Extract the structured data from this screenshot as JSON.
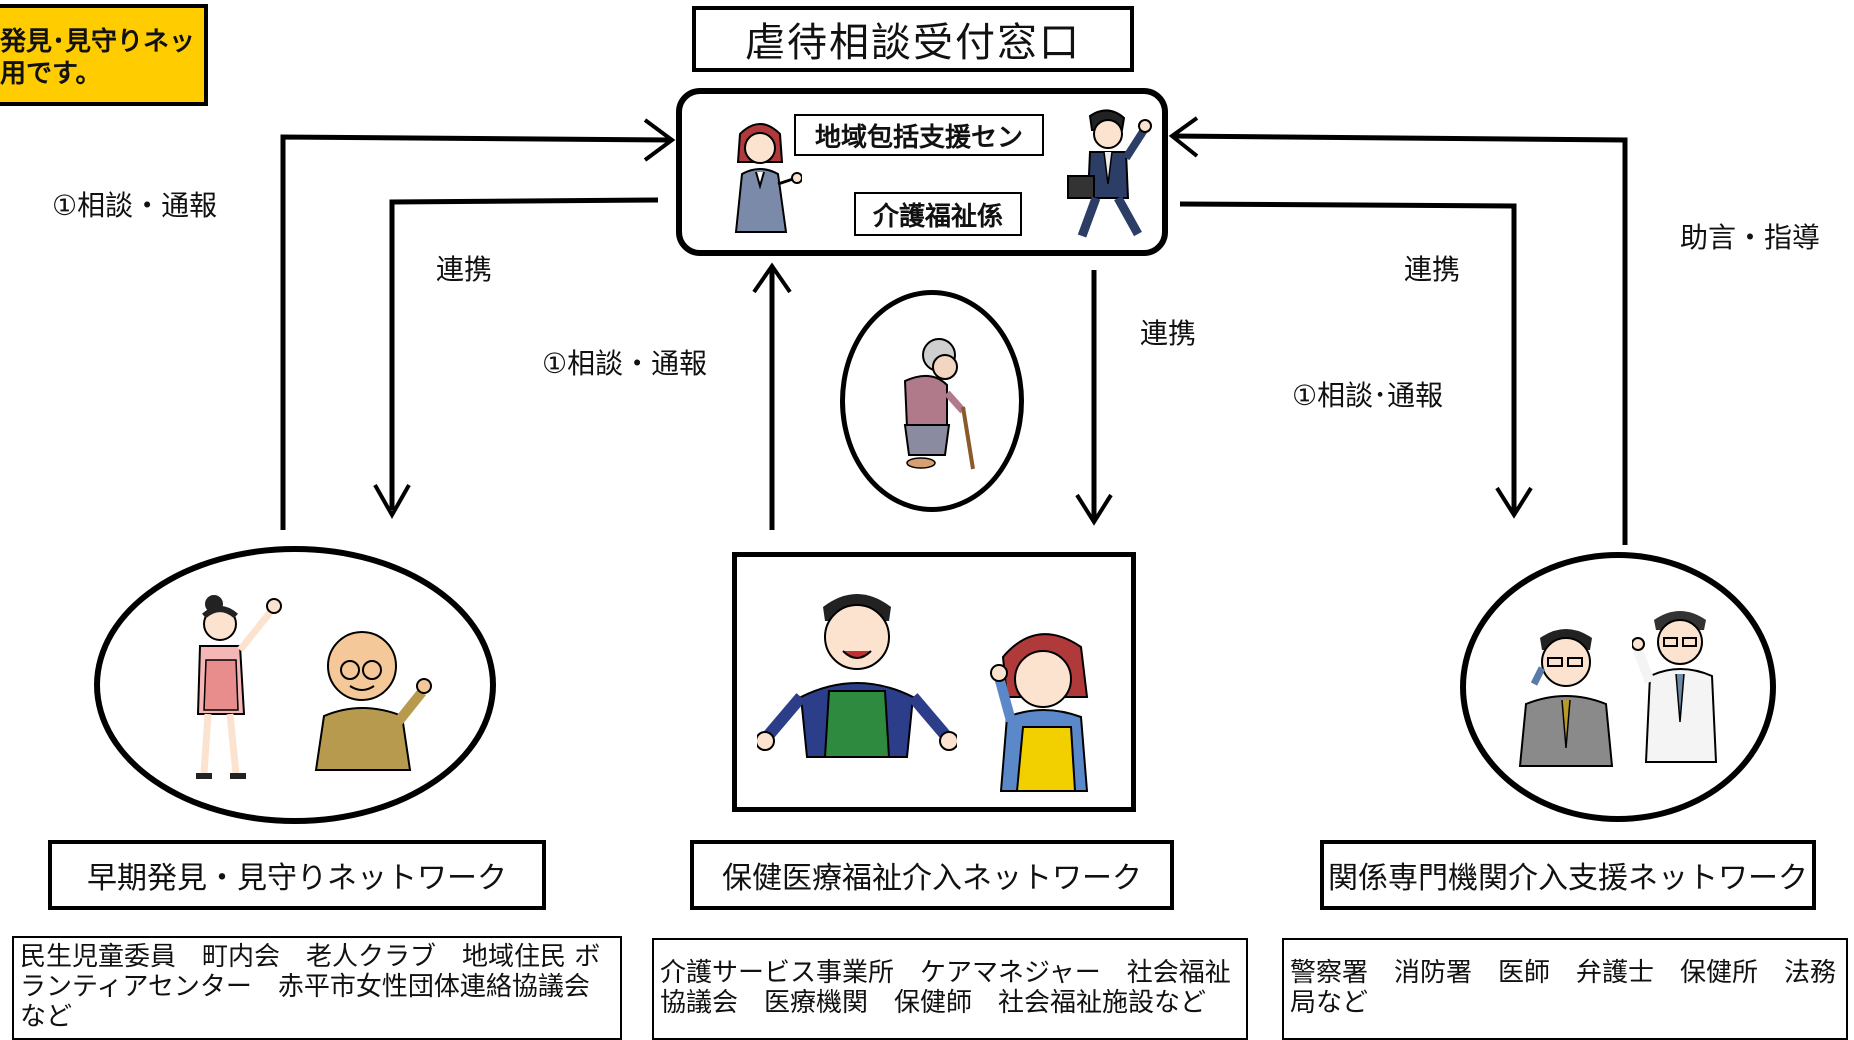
{
  "corner_note": "発見･見守りネッ\n用です。",
  "window_title": "虐待相談受付窓口",
  "center": {
    "line1": "地域包括支援セン",
    "line2": "介護福祉係"
  },
  "labels": {
    "left_consult": "①相談・通報",
    "left_cooperation": "連携",
    "middle_consult": "①相談・通報",
    "middle_cooperation": "連携",
    "right_cooperation": "連携",
    "right_consult": "①相談･通報",
    "advice": "助言・指導"
  },
  "networks": [
    {
      "title": "早期発見・見守りネットワーク",
      "members": "民生児童委員　町内会　老人クラブ　地域住民 ボランティアセンター　赤平市女性団体連絡協議会など"
    },
    {
      "title": "保健医療福祉介入ネットワーク",
      "members": "介護サービス事業所　ケアマネジャー　社会福祉協議会　医療機関　保健師　社会福祉施設など"
    },
    {
      "title": "関係専門機関介入支援ネットワーク",
      "members": "警察署　消防署　医師　弁護士　保健所　法務局など"
    }
  ],
  "icons": {
    "left": [
      "woman-apron-icon",
      "bald-man-glasses-icon"
    ],
    "center_box": [
      "woman-staff-icon",
      "man-running-icon"
    ],
    "elderly": "elderly-woman-cane-icon",
    "middle": [
      "man-apron-icon",
      "woman-listening-icon"
    ],
    "right": [
      "man-phone-icon",
      "doctor-icon"
    ]
  }
}
